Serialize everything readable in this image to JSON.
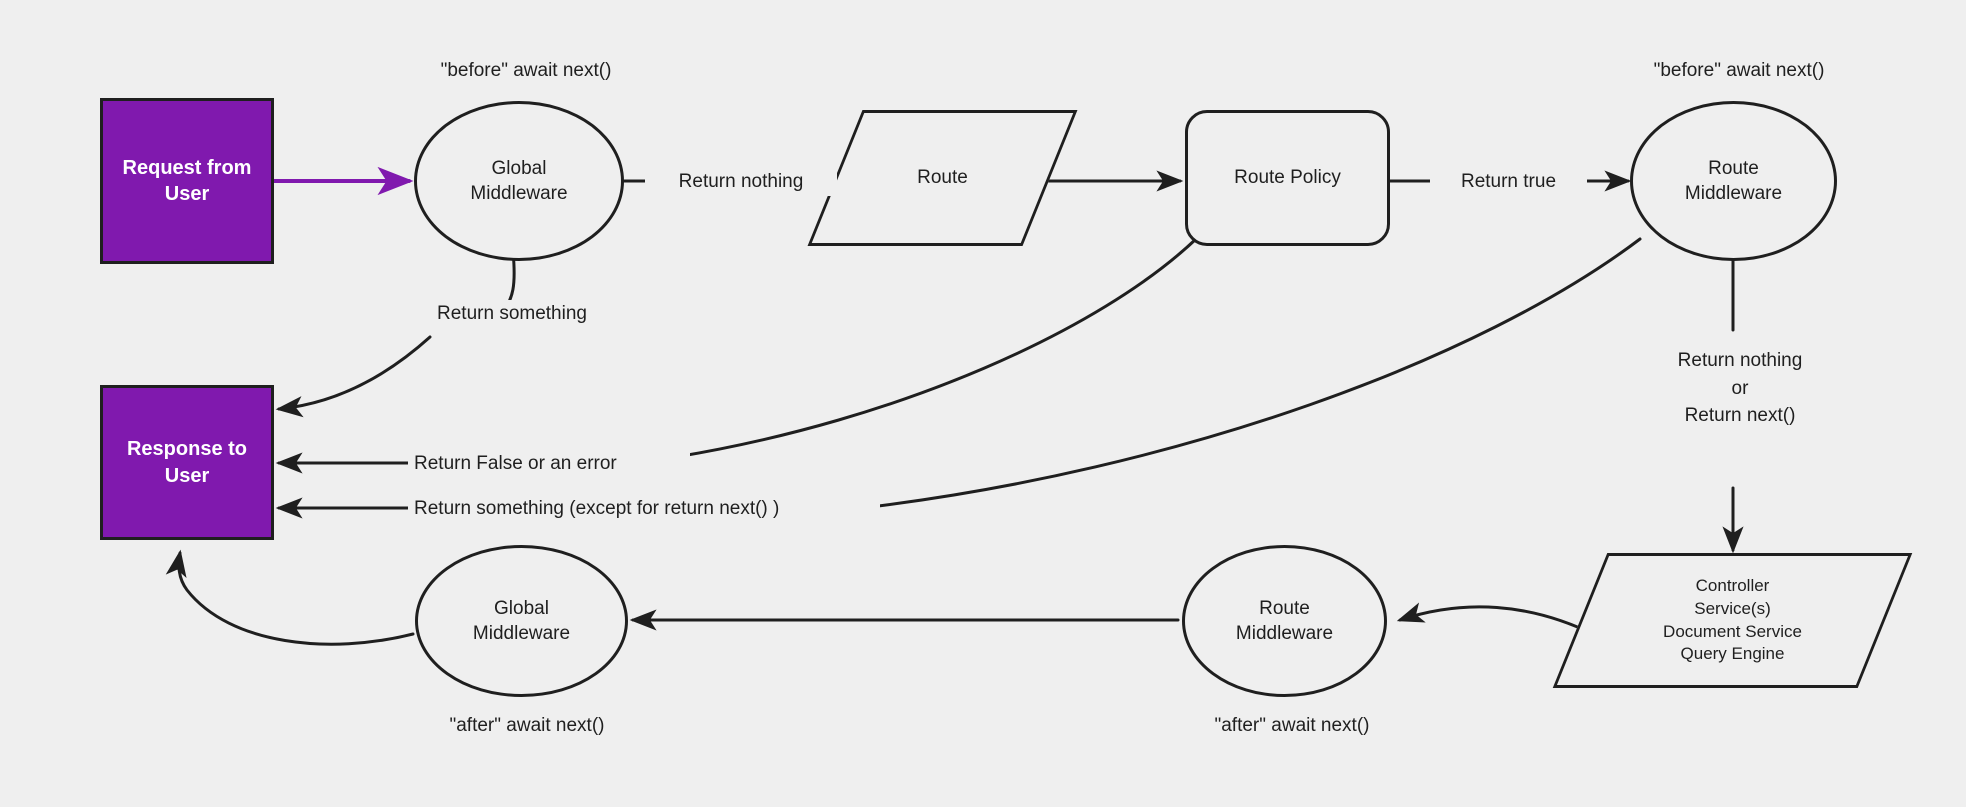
{
  "diagram": {
    "background_color": "#efefef",
    "stroke_color": "#1f1f1f",
    "accent_color": "#8019AE",
    "request_arrow_color": "#8019AE",
    "nodes": {
      "request_from_user": "Request from\nUser",
      "response_to_user": "Response to\nUser",
      "global_middleware_before": "Global\nMiddleware",
      "route": "Route",
      "route_policy": "Route Policy",
      "route_middleware_before": "Route\nMiddleware",
      "controller_stack": "Controller\nService(s)\nDocument Service\nQuery Engine",
      "route_middleware_after": "Route\nMiddleware",
      "global_middleware_after": "Global\nMiddleware"
    },
    "labels": {
      "before_await_next_global": "\"before\" await next()",
      "before_await_next_route": "\"before\" await next()",
      "after_await_next_global": "\"after\" await next()",
      "after_await_next_route": "\"after\" await next()",
      "return_nothing": "Return nothing",
      "return_true": "Return true",
      "return_something_global": "Return something",
      "return_false_or_error": "Return False or an error",
      "return_something_except": "Return something (except for return next() )",
      "return_nothing_or_next": "Return nothing\nor\nReturn next()"
    }
  }
}
